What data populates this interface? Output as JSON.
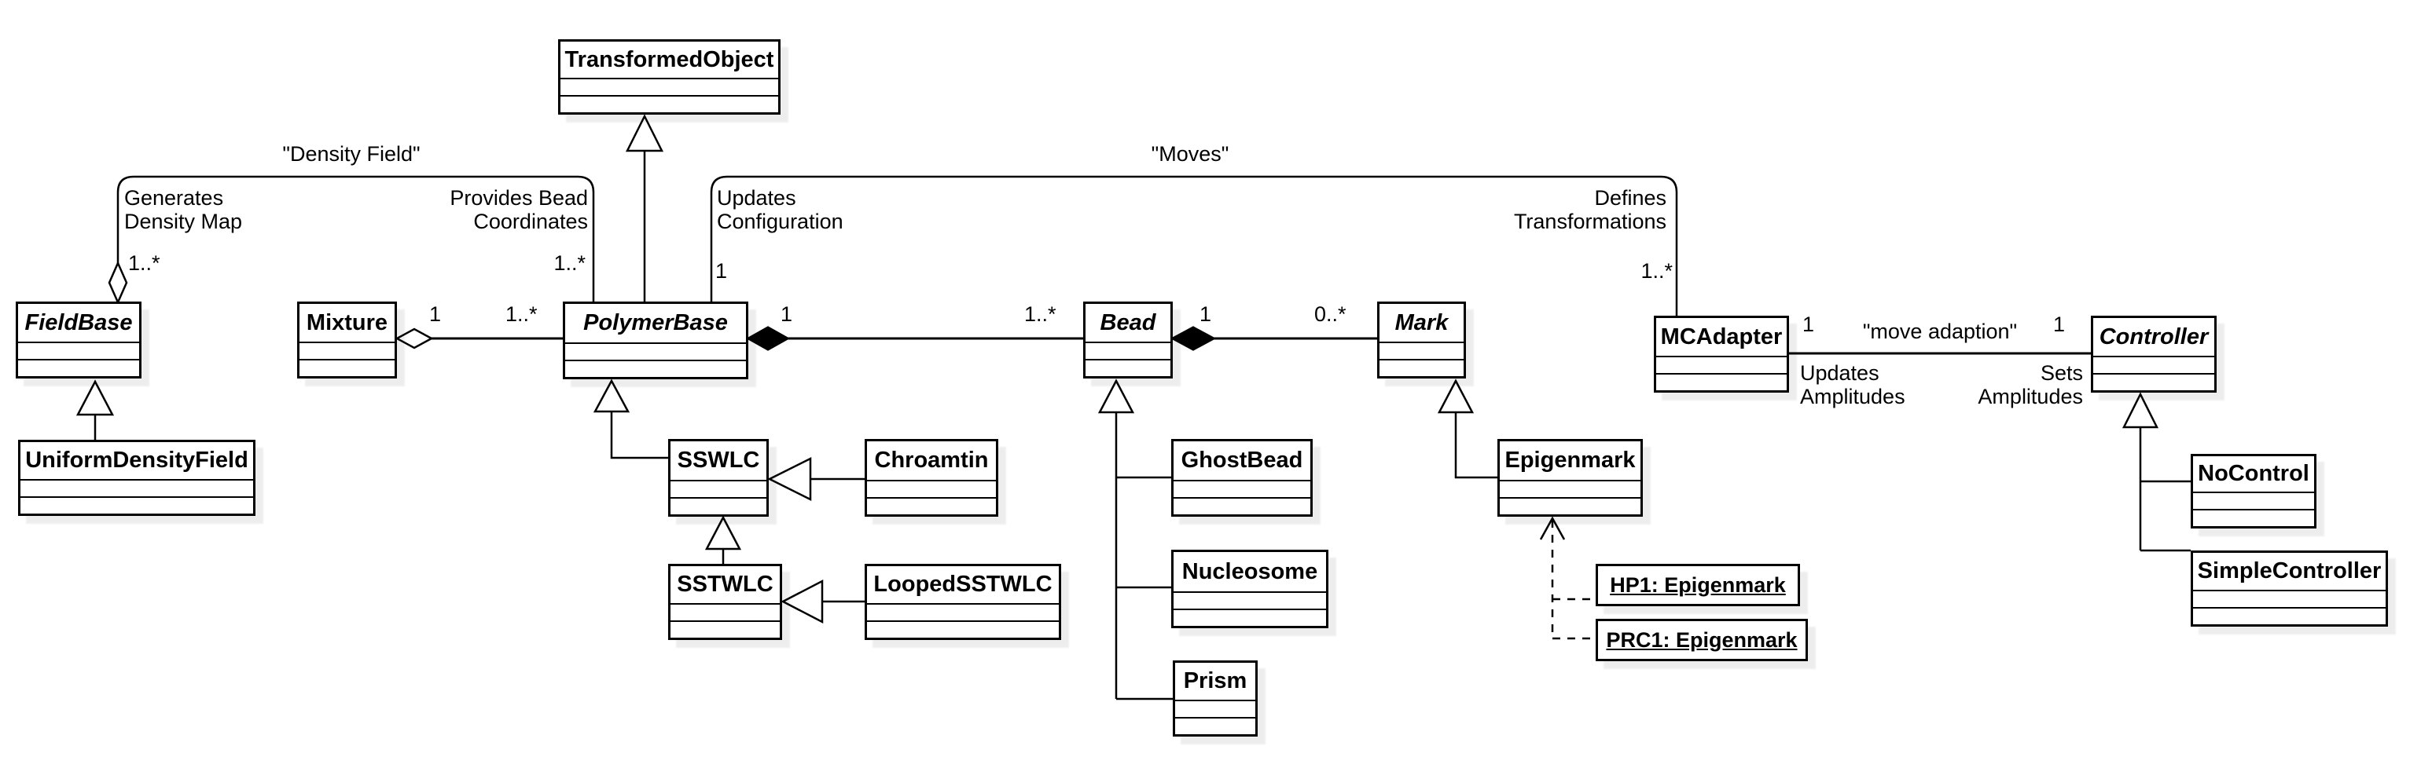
{
  "diagram_type": "UML class diagram",
  "classes": [
    {
      "name": "TransformedObject",
      "abstract": false
    },
    {
      "name": "FieldBase",
      "abstract": true
    },
    {
      "name": "Mixture",
      "abstract": false
    },
    {
      "name": "PolymerBase",
      "abstract": true
    },
    {
      "name": "Bead",
      "abstract": true
    },
    {
      "name": "Mark",
      "abstract": true
    },
    {
      "name": "MCAdapter",
      "abstract": false
    },
    {
      "name": "Controller",
      "abstract": true
    },
    {
      "name": "UniformDensityField",
      "abstract": false
    },
    {
      "name": "SSWLC",
      "abstract": false
    },
    {
      "name": "Chroamtin",
      "abstract": false
    },
    {
      "name": "SSTWLC",
      "abstract": false
    },
    {
      "name": "LoopedSSTWLC",
      "abstract": false
    },
    {
      "name": "GhostBead",
      "abstract": false
    },
    {
      "name": "Nucleosome",
      "abstract": false
    },
    {
      "name": "Prism",
      "abstract": false
    },
    {
      "name": "Epigenmark",
      "abstract": false
    },
    {
      "name": "NoControl",
      "abstract": false
    },
    {
      "name": "SimpleController",
      "abstract": false
    }
  ],
  "instances": [
    {
      "name": "HP1: Epigenmark"
    },
    {
      "name": "PRC1: Epigenmark"
    }
  ],
  "association_titles": {
    "density_field": "\"Density Field\"",
    "moves": "\"Moves\"",
    "move_adaption": "\"move adaption\""
  },
  "role_labels": {
    "generates": "Generates\nDensity Map",
    "provides": "Provides Bead\nCoordinates",
    "updates_configuration": "Updates\nConfiguration",
    "defines": "Defines\nTransformations",
    "updates_amplitudes": "Updates\nAmplitudes",
    "sets_amplitudes": "Sets\nAmplitudes"
  },
  "multiplicities": {
    "fieldbase_density_field": "1..*",
    "polymerbase_provides": "1..*",
    "polymerbase_updates": "1",
    "mcadapter_defines": "1..*",
    "mixture_side": "1",
    "polymers_in_mixture": "1..*",
    "polymerbase_side": "1",
    "beads_in_polymer": "1..*",
    "bead_side": "1",
    "marks_on_bead": "0..*",
    "mcadapter_side": "1",
    "controller_side": "1"
  },
  "relationships": [
    {
      "type": "inheritance",
      "from": "PolymerBase",
      "to": "TransformedObject"
    },
    {
      "type": "inheritance",
      "from": "UniformDensityField",
      "to": "FieldBase"
    },
    {
      "type": "inheritance",
      "from": "SSWLC",
      "to": "PolymerBase"
    },
    {
      "type": "inheritance",
      "from": "Chroamtin",
      "to": "SSWLC"
    },
    {
      "type": "inheritance",
      "from": "SSTWLC",
      "to": "SSWLC"
    },
    {
      "type": "inheritance",
      "from": "LoopedSSTWLC",
      "to": "SSTWLC"
    },
    {
      "type": "inheritance",
      "from": "GhostBead",
      "to": "Bead"
    },
    {
      "type": "inheritance",
      "from": "Nucleosome",
      "to": "Bead"
    },
    {
      "type": "inheritance",
      "from": "Prism",
      "to": "Bead"
    },
    {
      "type": "inheritance",
      "from": "Epigenmark",
      "to": "Mark"
    },
    {
      "type": "inheritance",
      "from": "NoControl",
      "to": "Controller"
    },
    {
      "type": "inheritance",
      "from": "SimpleController",
      "to": "Controller"
    },
    {
      "type": "dashed-dependency",
      "from": "HP1: Epigenmark",
      "to": "Epigenmark"
    },
    {
      "type": "dashed-dependency",
      "from": "PRC1: Epigenmark",
      "to": "Epigenmark"
    },
    {
      "type": "aggregation",
      "whole": "FieldBase",
      "part": "PolymerBase",
      "title": "\"Density Field\"",
      "whole_multiplicity": "1..*",
      "whole_role": "Generates Density Map",
      "part_multiplicity": "1..*",
      "part_role": "Provides Bead Coordinates"
    },
    {
      "type": "aggregation",
      "whole": "Mixture",
      "part": "PolymerBase",
      "whole_multiplicity": "1",
      "part_multiplicity": "1..*"
    },
    {
      "type": "composition",
      "whole": "PolymerBase",
      "part": "Bead",
      "whole_multiplicity": "1",
      "part_multiplicity": "1..*"
    },
    {
      "type": "composition",
      "whole": "Bead",
      "part": "Mark",
      "whole_multiplicity": "1",
      "part_multiplicity": "0..*"
    },
    {
      "type": "aggregation",
      "whole": "MCAdapter",
      "part": "PolymerBase",
      "title": "\"Moves\"",
      "whole_multiplicity": "1..*",
      "whole_role": "Defines Transformations",
      "part_multiplicity": "1",
      "part_role": "Updates Configuration"
    },
    {
      "type": "association",
      "from": "MCAdapter",
      "to": "Controller",
      "title": "\"move adaption\"",
      "from_multiplicity": "1",
      "from_role": "Updates Amplitudes",
      "to_multiplicity": "1",
      "to_role": "Sets Amplitudes"
    }
  ]
}
